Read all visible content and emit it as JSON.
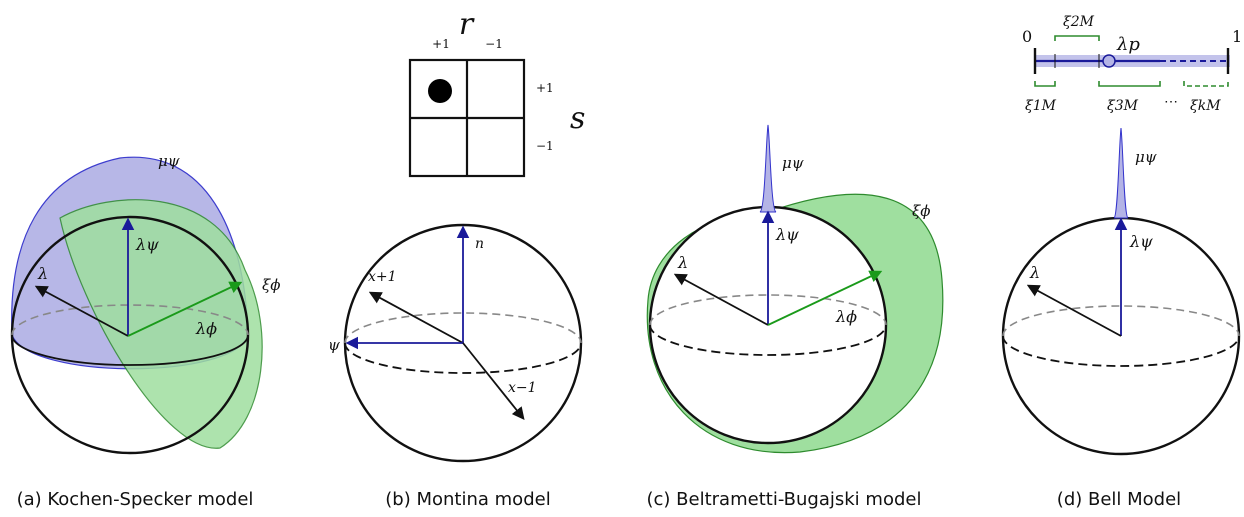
{
  "panels": {
    "a": {
      "caption": "(a) Kochen-Specker model",
      "mu_label": "μψ",
      "lambda_psi": "λψ",
      "lambda": "λ",
      "lambda_phi": "λϕ",
      "xi_label": "ξϕ"
    },
    "b": {
      "caption": "(b) Montina model",
      "r_label": "r",
      "s_label": "s",
      "col_labels": [
        "+1",
        "−1"
      ],
      "row_labels": [
        "+1",
        "−1"
      ],
      "n_label": "n",
      "x_plus": "x+1",
      "x_minus": "x−1",
      "psi_label": "ψ"
    },
    "c": {
      "caption": "(c) Beltrametti-Bugajski model",
      "mu_label": "μψ",
      "xi_label": "ξϕ",
      "lambda_psi": "λψ",
      "lambda": "λ",
      "lambda_phi": "λϕ"
    },
    "d": {
      "caption": "(d) Bell Model",
      "zero": "0",
      "one": "1",
      "lambda_p": "λp",
      "xi_1": "ξ1M",
      "xi_2": "ξ2M",
      "xi_3": "ξ3M",
      "xi_k": "ξkM",
      "dots": "⋯",
      "mu_label": "μψ",
      "lambda_psi": "λψ",
      "lambda": "λ"
    }
  },
  "colors": {
    "blue_fill": "#b4b4e6",
    "blue_edge": "#3333cc",
    "green_fill": "#9fdf9f",
    "green_edge": "#2e8b2e",
    "arrow_blue": "#1a1a9a",
    "arrow_green": "#1a9a1a"
  }
}
